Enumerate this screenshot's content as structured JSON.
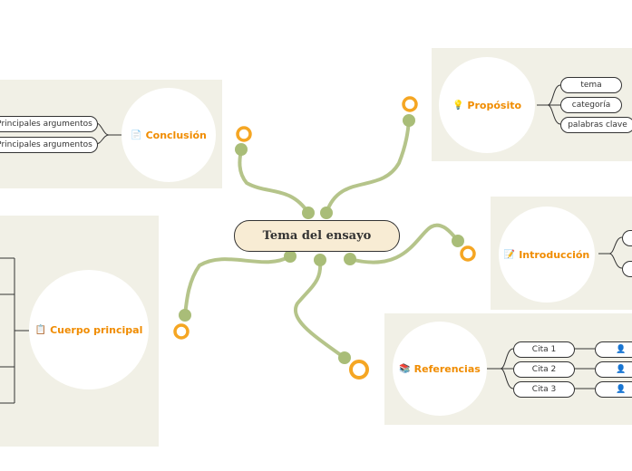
{
  "central_topic": "Tema del ensayo",
  "branches": {
    "proposito": {
      "title": "Propósito",
      "icon": "lightbulb-icon",
      "items": [
        "tema",
        "categoría",
        "palabras clave"
      ]
    },
    "conclusion": {
      "title": "Conclusión",
      "icon": "document-icon",
      "items": [
        "Principales argumentos",
        "Principales argumentos"
      ]
    },
    "introduccion": {
      "title": "Introducción",
      "icon": "notepad-icon"
    },
    "cuerpo": {
      "title": "Cuerpo principal",
      "icon": "clipboard-icon"
    },
    "referencias": {
      "title": "Referencias",
      "icon": "books-icon",
      "items": [
        "Cita 1",
        "Cita 2",
        "Cita 3"
      ]
    }
  },
  "colors": {
    "connector": "#b5c48a",
    "node_dot": "#a9bd78",
    "ring": "#f5a623",
    "title_text": "#f08c00",
    "panel": "#f1f0e6",
    "center_fill": "#f8ecd4"
  }
}
